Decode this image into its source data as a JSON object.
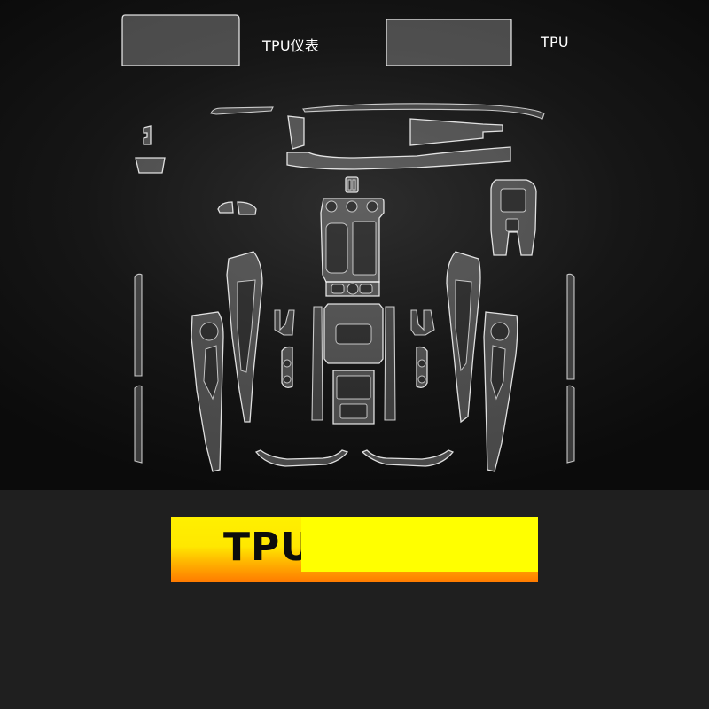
{
  "labels": {
    "left": "TPU仪表",
    "right": "TPU"
  },
  "banner": {
    "text": "TPU",
    "gradient_top": "#fff000",
    "gradient_bottom": "#ff7a00",
    "text_color": "#0c0c0c"
  },
  "colors": {
    "background_top": "#161616",
    "background_bottom": "#1f1f1f",
    "film_fill": "rgba(225,225,225,0.28)",
    "film_edge": "#ffffff"
  }
}
